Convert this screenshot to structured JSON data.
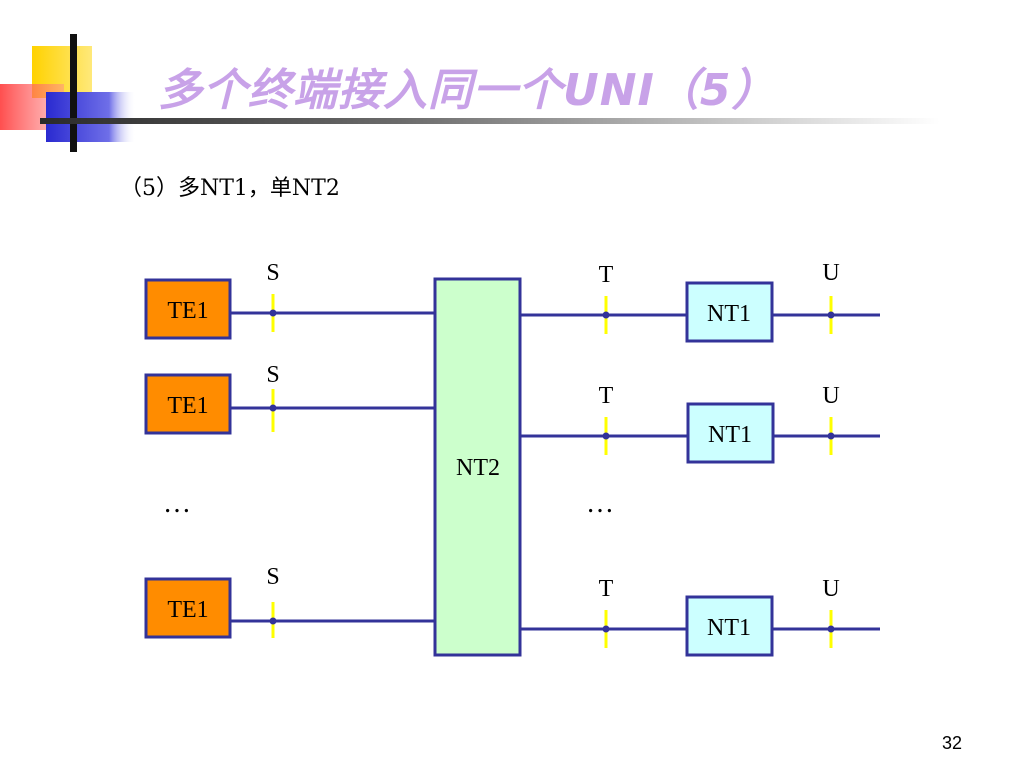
{
  "slide": {
    "title": "多个终端接入同一个UNI（5）",
    "subtitle": "（5）多NT1，单NT2",
    "page_number": "32"
  },
  "diagram": {
    "te_boxes": [
      {
        "label": "TE1"
      },
      {
        "label": "TE1"
      },
      {
        "label": "TE1"
      }
    ],
    "nt2_box": {
      "label": "NT2"
    },
    "nt1_boxes": [
      {
        "label": "NT1"
      },
      {
        "label": "NT1"
      },
      {
        "label": "NT1"
      }
    ],
    "ref_points": {
      "s": [
        "S",
        "S",
        "S"
      ],
      "t": [
        "T",
        "T",
        "T"
      ],
      "u": [
        "U",
        "U",
        "U"
      ]
    },
    "ellipsis": [
      "…",
      "…"
    ]
  },
  "colors": {
    "te_fill": "#ff8c00",
    "nt2_fill": "#ccffcc",
    "nt1_fill": "#ccffff",
    "box_stroke": "#333399",
    "line": "#333399",
    "ref_mark": "#ffff00",
    "title": "#c8a2e8"
  }
}
